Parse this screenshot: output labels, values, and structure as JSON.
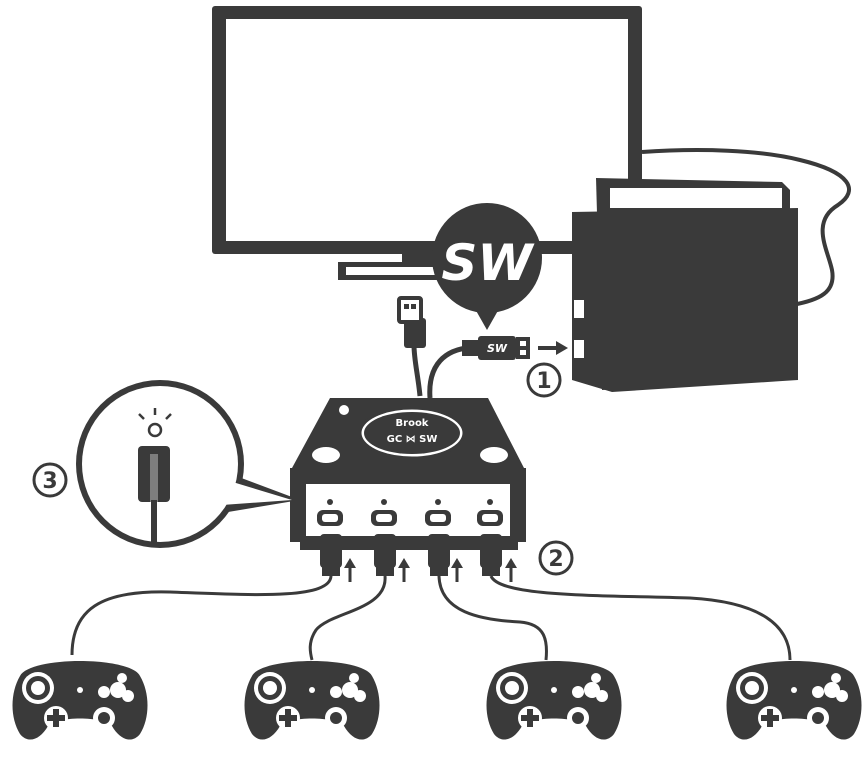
{
  "colors": {
    "ink": "#3a3a3a",
    "paper": "#ffffff",
    "screen": "#ffffff"
  },
  "adapter": {
    "brand": "Brook",
    "model": "GC ⋈ SW"
  },
  "bubble_label": "SW",
  "plug_label": "SW",
  "steps": {
    "step1": "1",
    "step2": "2",
    "step3": "3"
  },
  "icons": {
    "usb": "usb-symbol-icon",
    "led": "led-light-icon",
    "arrow": "arrow-icon"
  }
}
